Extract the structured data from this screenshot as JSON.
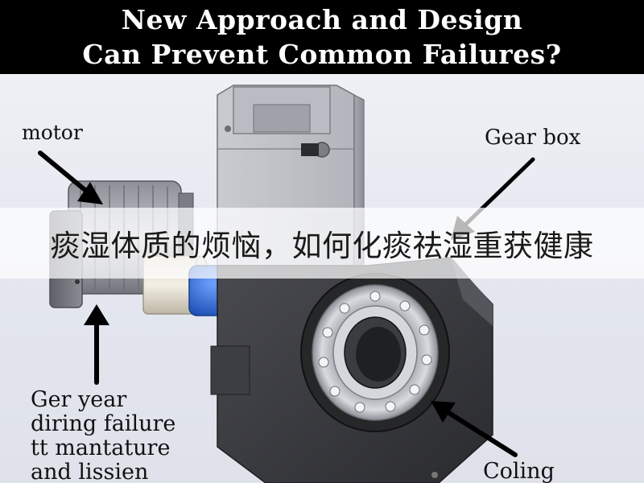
{
  "header": {
    "line1": "New Approach and Design",
    "line2": "Can Prevent Common Failures?"
  },
  "labels": {
    "motor": "motor",
    "gear_box": "Gear box",
    "coling": "Coling",
    "failure_lines": [
      "Ger year",
      "diring failure",
      "tt mantature",
      "and lissien"
    ]
  },
  "banner": {
    "text": "痰湿体质的烦恼，如何化痰祛湿重获健康"
  },
  "colors": {
    "header_bg": "#000000",
    "housing": "#3a3b40",
    "blue_parts": "#2f6fd6",
    "accent_red": "#d21e3a",
    "steel": "#c9cbd0"
  }
}
